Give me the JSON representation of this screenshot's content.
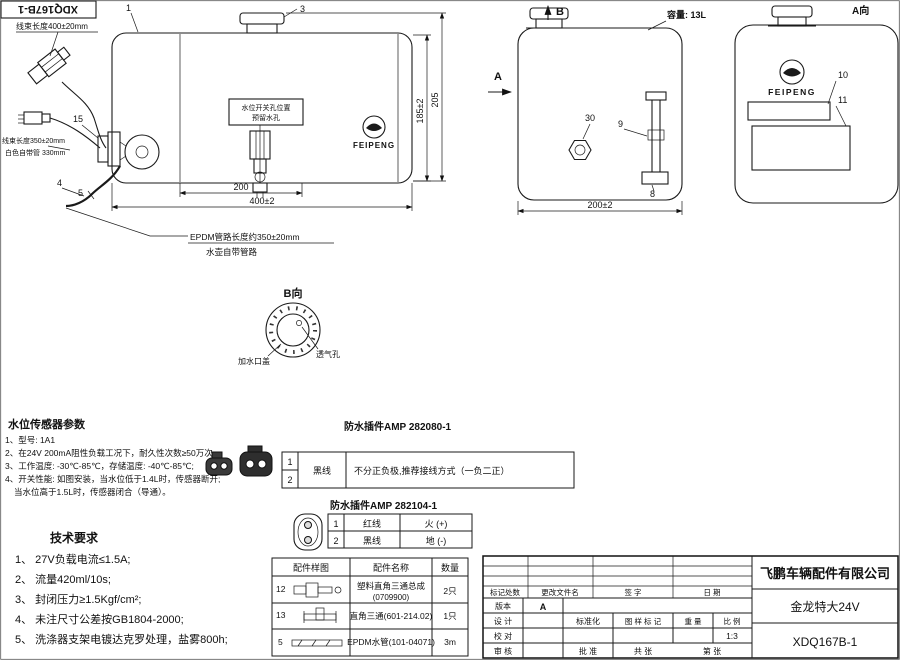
{
  "corner": {
    "part_no": "XDQ167B-1"
  },
  "front": {
    "c1": "1",
    "c3": "3",
    "c4": "4",
    "c5": "5",
    "c15": "15",
    "harness400": "线束长度400±20mm",
    "harness350": "线束长度350±20mm",
    "white_tube": "白色自带管 330mm",
    "hole_note1": "水位开关孔位置",
    "hole_note2": "预留水孔",
    "logo": "FEIPENG",
    "d200": "200",
    "d400": "400±2",
    "d185": "185±2",
    "d205": "205",
    "epdm": "EPDM管路长度约350±20mm",
    "self_tube": "水壶自带管路"
  },
  "bview": {
    "title": "B向",
    "cap": "加水口盖",
    "vent": "透气孔"
  },
  "side": {
    "b": "B",
    "a": "A",
    "capacity": "容量: 13L",
    "c30": "30",
    "c9": "9",
    "c8": "8",
    "d200": "200±2"
  },
  "aview": {
    "title": "A向",
    "logo": "FEIPENG",
    "c10": "10",
    "c11": "11"
  },
  "sensor": {
    "title": "水位传感器参数",
    "l1": "1、型号: 1A1",
    "l2": "2、在24V 200mA阻性负载工况下，耐久性次数≥50万次;",
    "l3": "3、工作温度: -30℃-85℃，存储温度: -40℃-85℃;",
    "l4": "4、开关性能: 如图安装，当水位低于1.4L时，传感器断开;",
    "l5": "当水位高于1.5L时，传感器闭合（导通）。"
  },
  "tech": {
    "title": "技术要求",
    "l1": "1、 27V负载电流≤1.5A;",
    "l2": "2、 流量420ml/10s;",
    "l3": "3、 封闭压力≥1.5Kgf/cm²;",
    "l4": "4、 未注尺寸公差按GB1804-2000;",
    "l5": "5、 洗涤器支架电镀达克罗处理，盐雾800h;"
  },
  "conn1": {
    "title": "防水插件AMP 282080-1",
    "p1": "1",
    "p2": "2",
    "wire": "黑线",
    "note": "不分正负极,推荐接线方式（一负二正）"
  },
  "conn2": {
    "title": "防水插件AMP 282104-1",
    "p1": "1",
    "w1": "红线",
    "f1": "火 (+)",
    "p2": "2",
    "w2": "黑线",
    "f2": "地 (-)"
  },
  "parts": {
    "h1": "配件样图",
    "h2": "配件名称",
    "h3": "数量",
    "r1n": "12",
    "r1a": "塑料直角三通总成",
    "r1b": "(0709900)",
    "r1q": "2只",
    "r2n": "13",
    "r2a": "直角三通(601-214.02)",
    "r2q": "1只",
    "r3n": "5",
    "r3a": "EPDM水管(101-04071)",
    "r3q": "3m"
  },
  "tb": {
    "company": "飞鹏车辆配件有限公司",
    "product": "金龙特大24V",
    "dwg": "XDQ167B-1",
    "h_mark": "标记处数",
    "h_file": "更改文件名",
    "h_sign": "签 字",
    "h_date": "日 期",
    "ver_l": "版本",
    "ver": "A",
    "design": "设 计",
    "standard": "标准化",
    "check": "校 对",
    "audit": "审 核",
    "approve": "批 准",
    "mark": "图 样 标 记",
    "weight": "重 量",
    "scale_l": "比 例",
    "scale": "1:3",
    "total": "共  张",
    "page": "第  张"
  }
}
